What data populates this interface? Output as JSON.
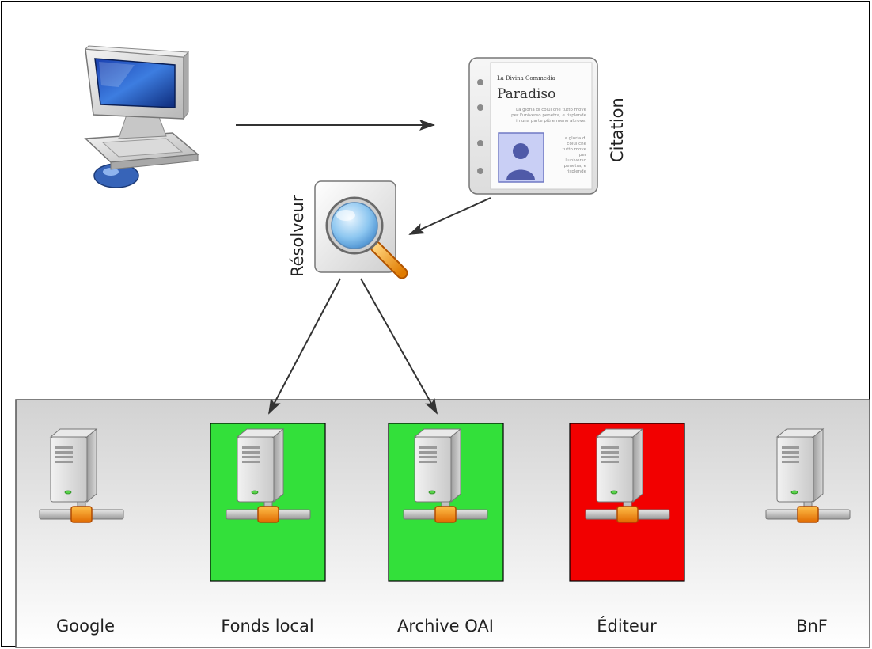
{
  "labels": {
    "citation": "Citation",
    "resolver": "Résolveur"
  },
  "document": {
    "header": "La Divina Commedia",
    "title": "Paradiso",
    "para1": [
      "La gloria di colui che tutto move",
      "per l'universo penetra, e risplende",
      "in una parte più e meno altrove."
    ],
    "para2": [
      "La gloria di",
      "colui che",
      "tutto move",
      "per",
      "l'universo",
      "penetra, e",
      "risplende"
    ]
  },
  "servers": [
    {
      "label": "Google",
      "status": "neutral"
    },
    {
      "label": "Fonds local",
      "status": "available"
    },
    {
      "label": "Archive OAI",
      "status": "available"
    },
    {
      "label": "Éditeur",
      "status": "unavailable"
    },
    {
      "label": "BnF",
      "status": "neutral"
    }
  ],
  "colors": {
    "available": "#33e03a",
    "unavailable": "#f20000",
    "neutral": "none",
    "panel_top": "#d4d4d4",
    "panel_bottom": "#ffffff",
    "arrow": "#333333"
  }
}
